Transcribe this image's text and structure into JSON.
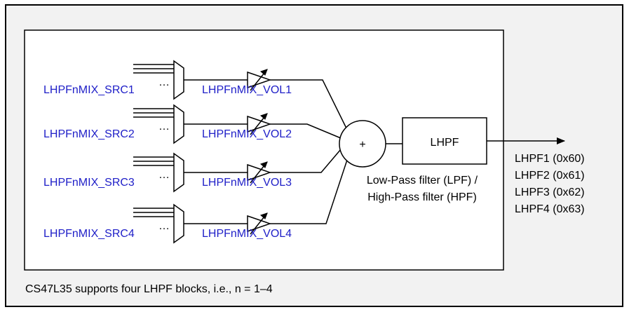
{
  "sources": [
    {
      "src_label": "LHPFnMIX_SRC1",
      "vol_label": "LHPFnMIX_VOL1"
    },
    {
      "src_label": "LHPFnMIX_SRC2",
      "vol_label": "LHPFnMIX_VOL2"
    },
    {
      "src_label": "LHPFnMIX_SRC3",
      "vol_label": "LHPFnMIX_VOL3"
    },
    {
      "src_label": "LHPFnMIX_SRC4",
      "vol_label": "LHPFnMIX_VOL4"
    }
  ],
  "mux_ellipsis": "…",
  "mixer_symbol": "+",
  "filter_block_label": "LHPF",
  "filter_description": [
    "Low-Pass filter (LPF) /",
    "High-Pass filter (HPF)"
  ],
  "outputs": [
    "LHPF1 (0x60)",
    "LHPF2 (0x61)",
    "LHPF3 (0x62)",
    "LHPF4 (0x63)"
  ],
  "footnote": "CS47L35 supports four LHPF blocks, i.e., n = 1–4",
  "colors": {
    "frame_fill": "#f2f2f2",
    "inner_fill": "#ffffff",
    "line": "#000000",
    "signal_label": "#2020c8"
  }
}
